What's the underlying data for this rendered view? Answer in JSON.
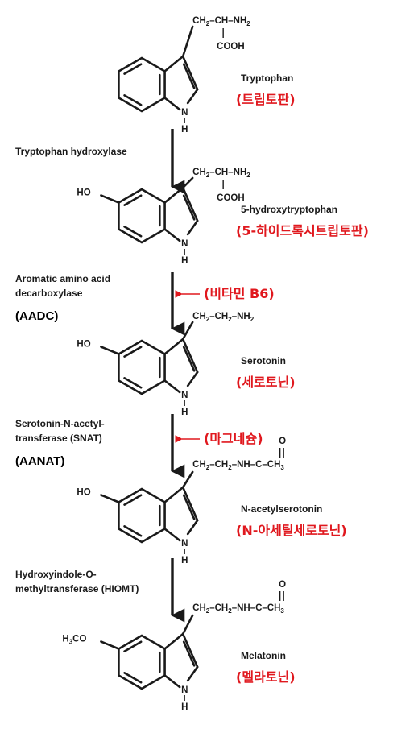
{
  "colors": {
    "ink": "#1a1a1a",
    "korean": "#e0181e"
  },
  "compounds": [
    {
      "name": "Tryptophan",
      "korean": "(트립토판)",
      "substituent": "",
      "side_chain": "CH2–CH–NH2 / COOH"
    },
    {
      "name": "5-hydroxytryptophan",
      "korean": "(5-하이드록시트립토판)",
      "substituent": "HO",
      "side_chain": "CH2–CH–NH2 / COOH"
    },
    {
      "name": "Serotonin",
      "korean": "(세로토닌)",
      "substituent": "HO",
      "side_chain": "CH2–CH2–NH2"
    },
    {
      "name": "N-acetylserotonin",
      "korean": "(N-아세틸세로토닌)",
      "substituent": "HO",
      "side_chain": "CH2–CH2–NH–C(=O)–CH3"
    },
    {
      "name": "Melatonin",
      "korean": "(멜라토닌)",
      "substituent": "H3CO",
      "side_chain": "CH2–CH2–NH–C(=O)–CH3"
    }
  ],
  "enzymes": [
    {
      "line1": "Tryptophan hydroxylase",
      "line2": "",
      "abbr": "",
      "cofactor": ""
    },
    {
      "line1": "Aromatic amino acid",
      "line2": "decarboxylase",
      "abbr": "(AADC)",
      "cofactor": "(비타민 B6)"
    },
    {
      "line1": "Serotonin-N-acetyl-",
      "line2": "transferase (SNAT)",
      "abbr": "(AANAT)",
      "cofactor": "(마그네슘)"
    },
    {
      "line1": "Hydroxyindole-O-",
      "line2": "methyltransferase (HIOMT)",
      "abbr": "",
      "cofactor": ""
    }
  ],
  "atoms": {
    "N": "N",
    "H": "H",
    "HO": "HO",
    "H3CO_a": "H",
    "H3CO_sub": "3",
    "H3CO_b": "CO",
    "CH": "CH",
    "CH2_sub": "2",
    "NH": "NH",
    "NH2_sub": "2",
    "COOH": "COOH",
    "O": "O",
    "C": "C",
    "CH3_sub": "3",
    "dash": "–",
    "vbar": "|"
  }
}
